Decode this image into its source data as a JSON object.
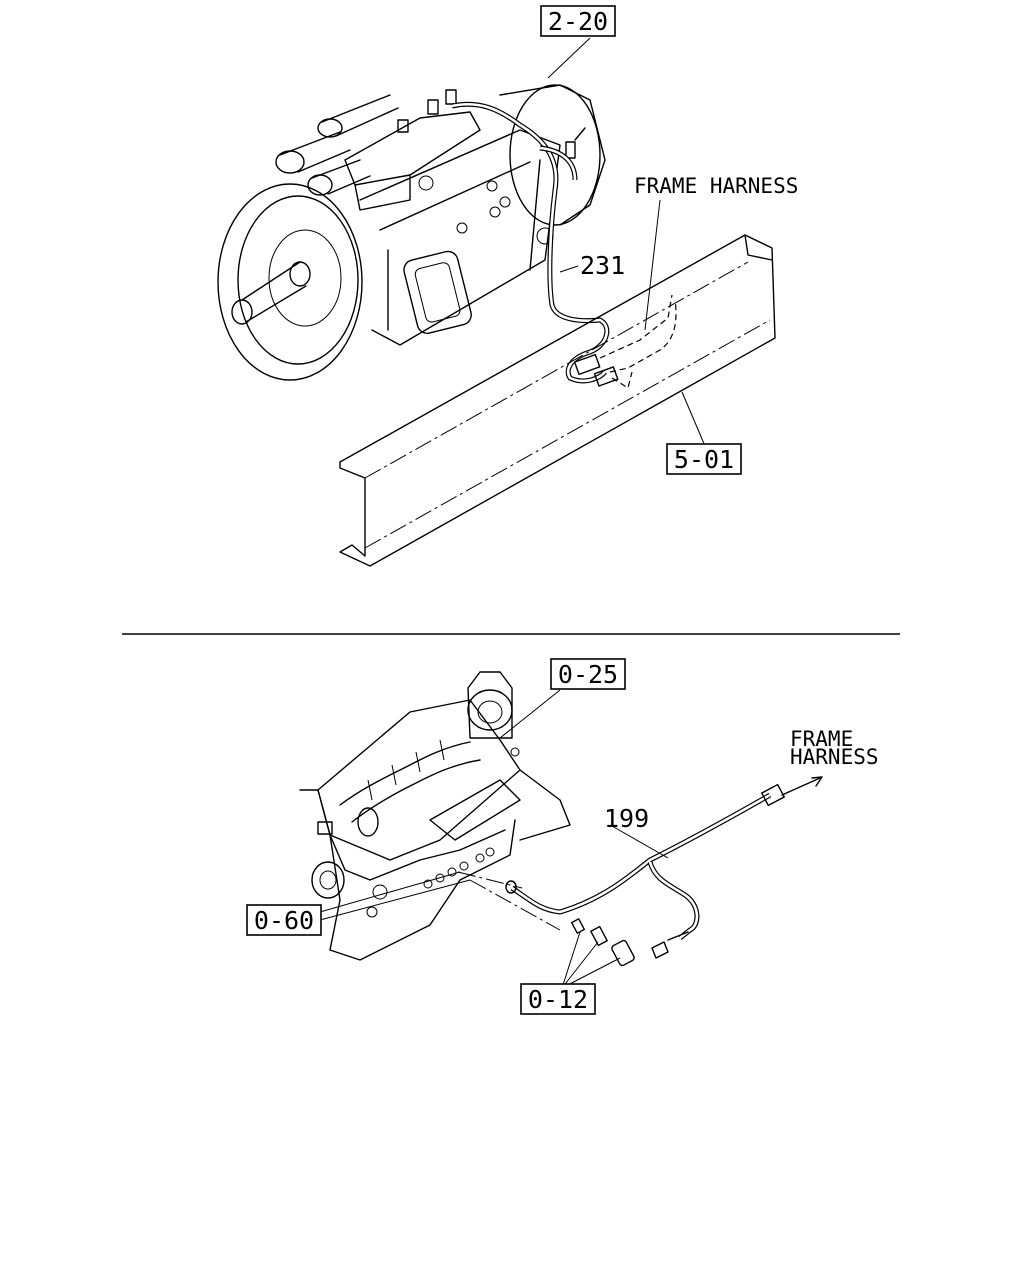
{
  "top": {
    "ref_box_1": "2-20",
    "ref_box_2": "5-01",
    "part_231": "231",
    "frame_harness": "FRAME HARNESS"
  },
  "bottom": {
    "ref_box_1": "0-25",
    "ref_box_2": "0-60",
    "ref_box_3": "0-12",
    "part_199": "199",
    "frame_harness_line1": "FRAME",
    "frame_harness_line2": "HARNESS"
  }
}
